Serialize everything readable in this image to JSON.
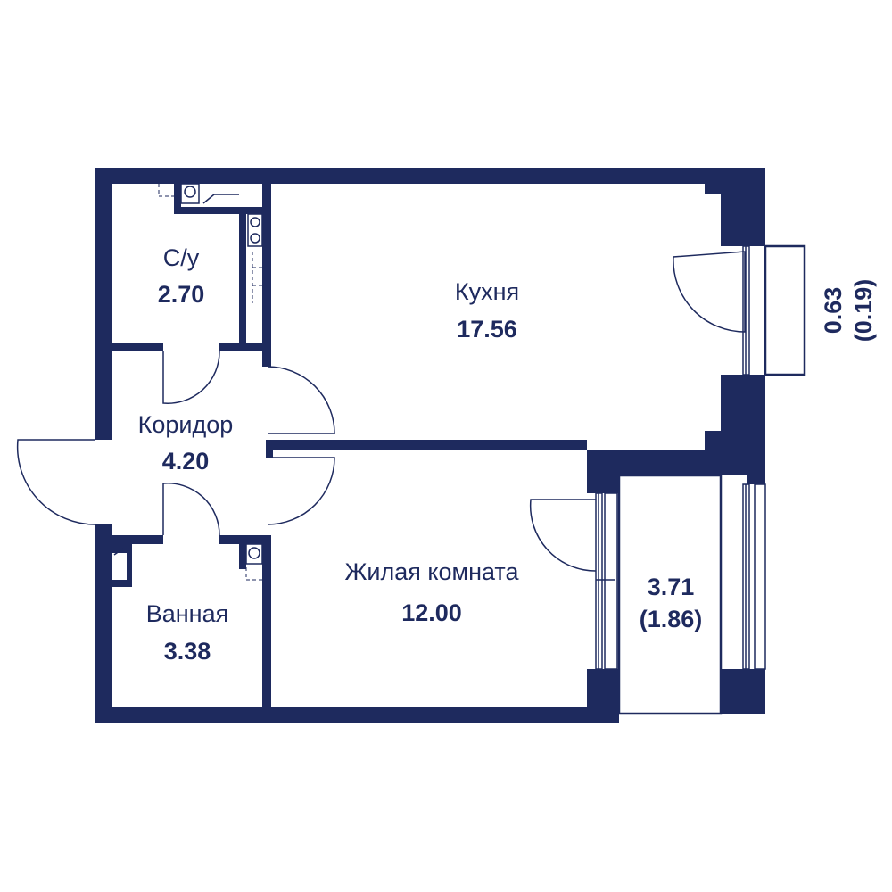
{
  "rooms": {
    "wc": {
      "label": "С/у",
      "area": "2.70"
    },
    "kitchen": {
      "label": "Кухня",
      "area": "17.56"
    },
    "corridor": {
      "label": "Коридор",
      "area": "4.20"
    },
    "living": {
      "label": "Жилая комната",
      "area": "12.00"
    },
    "bathroom": {
      "label": "Ванная",
      "area": "3.38"
    },
    "loggia": {
      "area": "3.71",
      "area_reduced": "(1.86)"
    },
    "balcony": {
      "area": "0.63",
      "area_reduced": "(0.19)"
    }
  },
  "colors": {
    "wall": "#1e2a5e",
    "background": "#ffffff"
  }
}
